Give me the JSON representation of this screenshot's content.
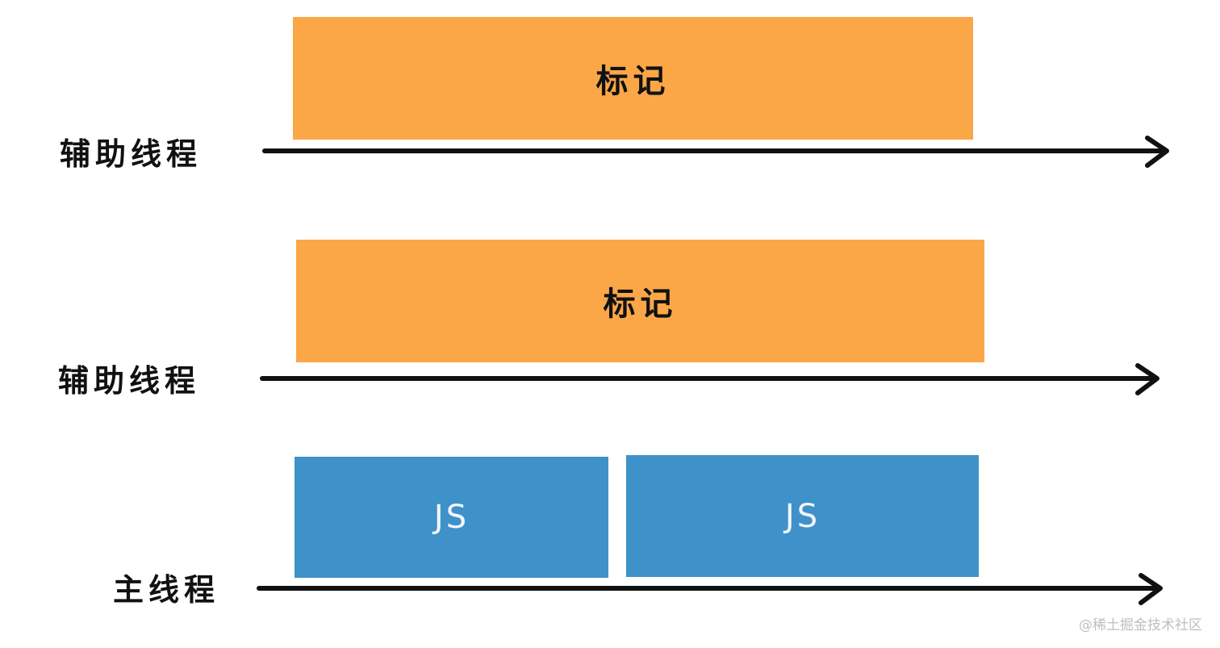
{
  "tracks": [
    {
      "label": "辅助线程",
      "blocks": [
        {
          "label": "标记",
          "kind": "marking"
        }
      ]
    },
    {
      "label": "辅助线程",
      "blocks": [
        {
          "label": "标记",
          "kind": "marking"
        }
      ]
    },
    {
      "label": "主线程",
      "blocks": [
        {
          "label": "JS",
          "kind": "js"
        },
        {
          "label": "JS",
          "kind": "js"
        }
      ]
    }
  ],
  "colors": {
    "marking": "#fba748",
    "js": "#3f91c9",
    "axis": "#111111"
  },
  "watermark": "@稀土掘金技术社区"
}
